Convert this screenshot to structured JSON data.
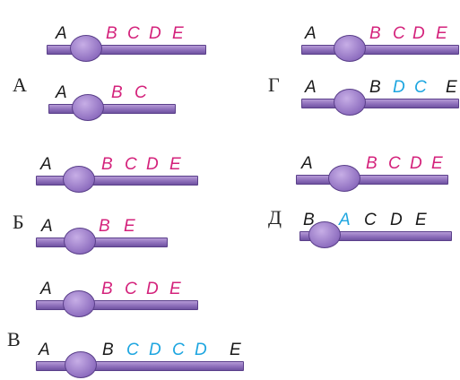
{
  "panels": {
    "a": {
      "label": "А",
      "normal": [
        {
          "t": "A",
          "c": "black"
        },
        {
          "t": "B",
          "c": "magenta"
        },
        {
          "t": "C",
          "c": "magenta"
        },
        {
          "t": "D",
          "c": "magenta"
        },
        {
          "t": "E",
          "c": "magenta"
        }
      ],
      "mutant": [
        {
          "t": "A",
          "c": "black"
        },
        {
          "t": "B",
          "c": "magenta"
        },
        {
          "t": "C",
          "c": "magenta"
        }
      ]
    },
    "b": {
      "label": "Б",
      "normal": [
        {
          "t": "A",
          "c": "black"
        },
        {
          "t": "B",
          "c": "magenta"
        },
        {
          "t": "C",
          "c": "magenta"
        },
        {
          "t": "D",
          "c": "magenta"
        },
        {
          "t": "E",
          "c": "magenta"
        }
      ],
      "mutant": [
        {
          "t": "A",
          "c": "black"
        },
        {
          "t": "B",
          "c": "magenta"
        },
        {
          "t": "E",
          "c": "magenta"
        }
      ]
    },
    "v": {
      "label": "В",
      "normal": [
        {
          "t": "A",
          "c": "black"
        },
        {
          "t": "B",
          "c": "magenta"
        },
        {
          "t": "C",
          "c": "magenta"
        },
        {
          "t": "D",
          "c": "magenta"
        },
        {
          "t": "E",
          "c": "magenta"
        }
      ],
      "mutant": [
        {
          "t": "A",
          "c": "black"
        },
        {
          "t": "B",
          "c": "black"
        },
        {
          "t": "C",
          "c": "cyan"
        },
        {
          "t": "D",
          "c": "cyan"
        },
        {
          "t": "C",
          "c": "cyan"
        },
        {
          "t": "D",
          "c": "cyan"
        },
        {
          "t": "E",
          "c": "black"
        }
      ]
    },
    "g": {
      "label": "Г",
      "normal": [
        {
          "t": "A",
          "c": "black"
        },
        {
          "t": "B",
          "c": "magenta"
        },
        {
          "t": "C",
          "c": "magenta"
        },
        {
          "t": "D",
          "c": "magenta"
        },
        {
          "t": "E",
          "c": "magenta"
        }
      ],
      "mutant": [
        {
          "t": "A",
          "c": "black"
        },
        {
          "t": "B",
          "c": "black"
        },
        {
          "t": "D",
          "c": "cyan"
        },
        {
          "t": "C",
          "c": "cyan"
        },
        {
          "t": "E",
          "c": "black"
        }
      ]
    },
    "d": {
      "label": "Д",
      "normal": [
        {
          "t": "A",
          "c": "black"
        },
        {
          "t": "B",
          "c": "magenta"
        },
        {
          "t": "C",
          "c": "magenta"
        },
        {
          "t": "D",
          "c": "magenta"
        },
        {
          "t": "E",
          "c": "magenta"
        }
      ],
      "mutant": [
        {
          "t": "B",
          "c": "black"
        },
        {
          "t": "A",
          "c": "cyan"
        },
        {
          "t": "C",
          "c": "black"
        },
        {
          "t": "D",
          "c": "black"
        },
        {
          "t": "E",
          "c": "black"
        }
      ]
    }
  },
  "colors": {
    "black": "#1a1a1a",
    "magenta": "#d4237c",
    "cyan": "#1ea6e0",
    "chromosome": "#8a6bb8"
  }
}
